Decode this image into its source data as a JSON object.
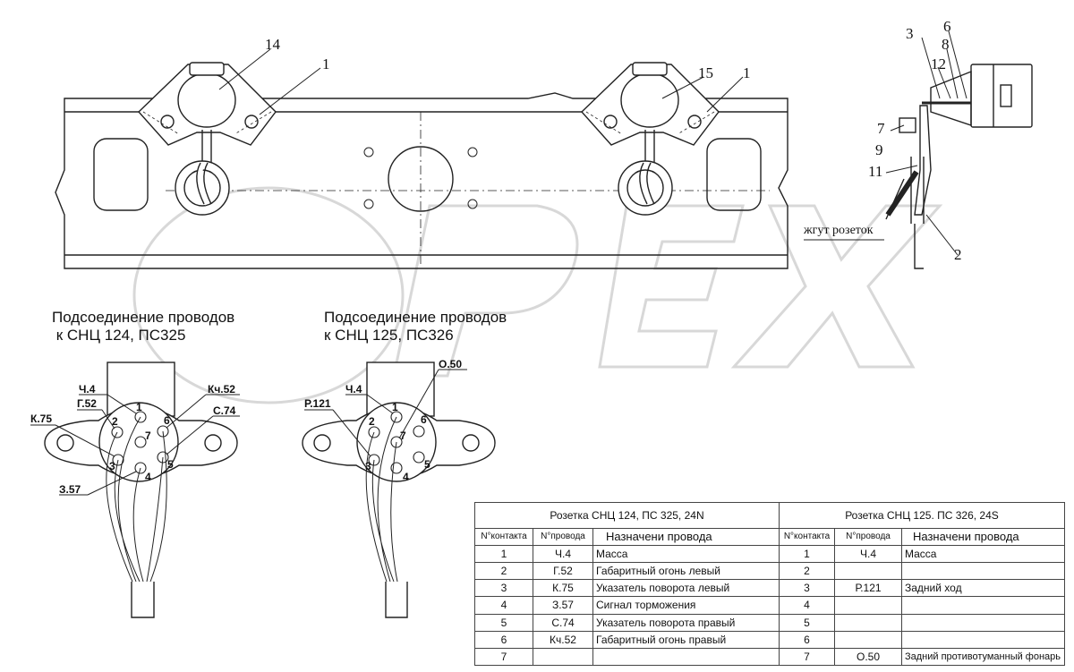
{
  "callouts": {
    "n14": "14",
    "n1a": "1",
    "n15": "15",
    "n1b": "1",
    "n3": "3",
    "n6": "6",
    "n8": "8",
    "n12": "12",
    "n7": "7",
    "n9": "9",
    "n11": "11",
    "n2": "2",
    "harness": "жгут розеток"
  },
  "left_connector": {
    "title_line1": "Подсоединение проводов",
    "title_line2": " к СНЦ 124, ПС325",
    "wires": {
      "ch4": "Ч.4",
      "g52": "Г.52",
      "k75": "К.75",
      "kch52": "Кч.52",
      "c74": "С.74",
      "z57": "З.57"
    },
    "pins": [
      "1",
      "2",
      "3",
      "4",
      "5",
      "6",
      "7"
    ]
  },
  "right_connector": {
    "title_line1": "Подсоединение проводов",
    "title_line2": "к СНЦ 125, ПС326",
    "wires": {
      "ch4": "Ч.4",
      "r121": "Р.121",
      "o50": "О.50"
    },
    "pins": [
      "1",
      "2",
      "3",
      "4",
      "5",
      "6",
      "7"
    ]
  },
  "table": {
    "left_title": "Розетка СНЦ 124, ПС 325, 24N",
    "right_title": "Розетка СНЦ 125. ПС 326, 24S",
    "col_contact": "N°контакта",
    "col_wire": "N°провода",
    "col_purpose": "Назначени провода",
    "left_rows": [
      {
        "contact": "1",
        "wire": "Ч.4",
        "purpose": "Масса"
      },
      {
        "contact": "2",
        "wire": "Г.52",
        "purpose": "Габаритный огонь левый"
      },
      {
        "contact": "3",
        "wire": "К.75",
        "purpose": "Указатель поворота левый"
      },
      {
        "contact": "4",
        "wire": "З.57",
        "purpose": "Сигнал торможения"
      },
      {
        "contact": "5",
        "wire": "С.74",
        "purpose": "Указатель поворота правый"
      },
      {
        "contact": "6",
        "wire": "Кч.52",
        "purpose": "Габаритный огонь правый"
      },
      {
        "contact": "7",
        "wire": "",
        "purpose": ""
      }
    ],
    "right_rows": [
      {
        "contact": "1",
        "wire": "Ч.4",
        "purpose": "Масса"
      },
      {
        "contact": "2",
        "wire": "",
        "purpose": ""
      },
      {
        "contact": "3",
        "wire": "Р.121",
        "purpose": "Задний ход"
      },
      {
        "contact": "4",
        "wire": "",
        "purpose": ""
      },
      {
        "contact": "5",
        "wire": "",
        "purpose": ""
      },
      {
        "contact": "6",
        "wire": "",
        "purpose": ""
      },
      {
        "contact": "7",
        "wire": "О.50",
        "purpose": "Задний противотуманный фонарь"
      }
    ]
  }
}
